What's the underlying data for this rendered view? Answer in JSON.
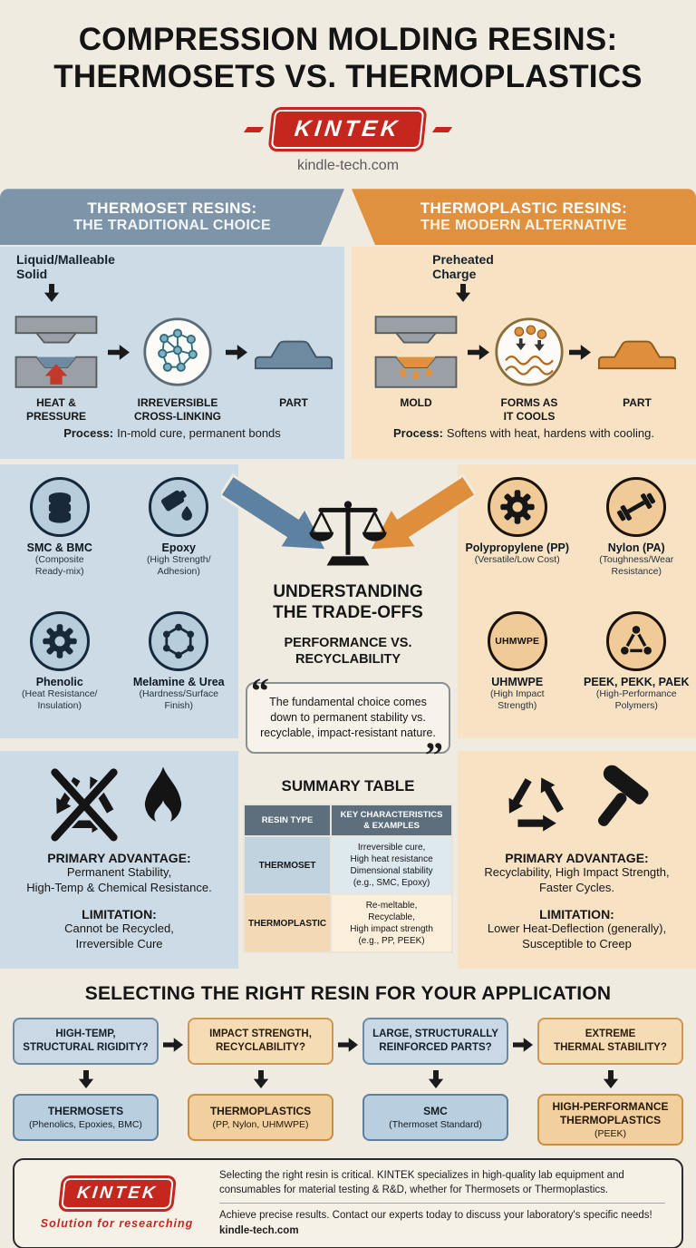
{
  "colors": {
    "background": "#f0ebe1",
    "blue_header": "#7e95a9",
    "blue_panel": "#ccdbe6",
    "orange_header": "#e0913f",
    "orange_panel": "#f8e2c4",
    "accent_red": "#c5271f",
    "table_header": "#5d6e7c"
  },
  "header": {
    "title_line1": "COMPRESSION MOLDING RESINS:",
    "title_line2": "THERMOSETS VS. THERMOPLASTICS",
    "brand": "KINTEK",
    "website": "kindle-tech.com"
  },
  "thermoset": {
    "header_line1": "THERMOSET RESINS:",
    "header_line2": "THE TRADITIONAL CHOICE",
    "feed_label": "Liquid/Malleable\nSolid",
    "steps": [
      "HEAT &\nPRESSURE",
      "IRREVERSIBLE\nCROSS-LINKING",
      "PART"
    ],
    "process_label": "Process:",
    "process_text": "In-mold cure, permanent bonds",
    "materials": [
      {
        "name": "SMC & BMC",
        "desc": "(Composite\nReady-mix)"
      },
      {
        "name": "Epoxy",
        "desc": "(High Strength/\nAdhesion)"
      },
      {
        "name": "Phenolic",
        "desc": "(Heat Resistance/\nInsulation)"
      },
      {
        "name": "Melamine & Urea",
        "desc": "(Hardness/Surface\nFinish)"
      }
    ],
    "advantage_label": "PRIMARY ADVANTAGE:",
    "advantage_text": "Permanent Stability,\nHigh-Temp & Chemical Resistance.",
    "limitation_label": "LIMITATION:",
    "limitation_text": "Cannot be Recycled,\nIrreversible Cure"
  },
  "thermoplastic": {
    "header_line1": "THERMOPLASTIC RESINS:",
    "header_line2": "THE MODERN ALTERNATIVE",
    "feed_label": "Preheated\nCharge",
    "steps": [
      "MOLD",
      "FORMS AS\nIT COOLS",
      "PART"
    ],
    "process_label": "Process:",
    "process_text": "Softens with heat, hardens with cooling.",
    "materials": [
      {
        "name": "Polypropylene (PP)",
        "desc": "(Versatile/Low Cost)"
      },
      {
        "name": "Nylon (PA)",
        "desc": "(Toughness/Wear\nResistance)"
      },
      {
        "name": "UHMWPE",
        "desc": "(High Impact\nStrength)",
        "badge": "UHMWPE"
      },
      {
        "name": "PEEK, PEKK, PAEK",
        "desc": "(High-Performance\nPolymers)"
      }
    ],
    "advantage_label": "PRIMARY ADVANTAGE:",
    "advantage_text": "Recyclability, High Impact Strength,\nFaster Cycles.",
    "limitation_label": "LIMITATION:",
    "limitation_text": "Lower Heat-Deflection (generally),\nSusceptible to Creep"
  },
  "tradeoffs": {
    "title": "UNDERSTANDING\nTHE TRADE-OFFS",
    "subtitle": "PERFORMANCE VS.\nRECYCLABILITY",
    "quote_open": "“",
    "quote_close": "”",
    "quote_text": "The fundamental choice comes down to permanent stability vs. recyclable, impact-resistant nature.",
    "table_title": "SUMMARY TABLE",
    "table": {
      "col1_header": "RESIN TYPE",
      "col2_header": "KEY CHARACTERISTICS\n& EXAMPLES",
      "rows": [
        {
          "type": "THERMOSET",
          "details": "Irreversible cure,\nHigh heat resistance\nDimensional stability\n(e.g., SMC, Epoxy)"
        },
        {
          "type": "THERMOPLASTIC",
          "details": "Re-meltable,\nRecyclable,\nHigh impact strength\n(e.g., PP, PEEK)"
        }
      ]
    }
  },
  "selection": {
    "title": "SELECTING THE RIGHT RESIN FOR YOUR APPLICATION",
    "flows": [
      {
        "question": "HIGH-TEMP,\nSTRUCTURAL RIGIDITY?",
        "answer": "THERMOSETS",
        "answer_sub": "(Phenolics, Epoxies, BMC)"
      },
      {
        "question": "IMPACT STRENGTH,\nRECYCLABILITY?",
        "answer": "THERMOPLASTICS",
        "answer_sub": "(PP, Nylon, UHMWPE)"
      },
      {
        "question": "LARGE, STRUCTURALLY\nREINFORCED PARTS?",
        "answer": "SMC",
        "answer_sub": "(Thermoset Standard)"
      },
      {
        "question": "EXTREME\nTHERMAL STABILITY?",
        "answer": "HIGH-PERFORMANCE\nTHERMOPLASTICS",
        "answer_sub": "(PEEK)"
      }
    ]
  },
  "footer": {
    "brand": "KINTEK",
    "tagline": "Solution for researching",
    "text1": "Selecting the right resin is critical. KINTEK specializes in high-quality lab equipment and consumables for material testing & R&D, whether for Thermosets or Thermoplastics.",
    "text2": "Achieve precise results. Contact our experts today to discuss your laboratory's specific needs!",
    "website": "kindle-tech.com"
  }
}
